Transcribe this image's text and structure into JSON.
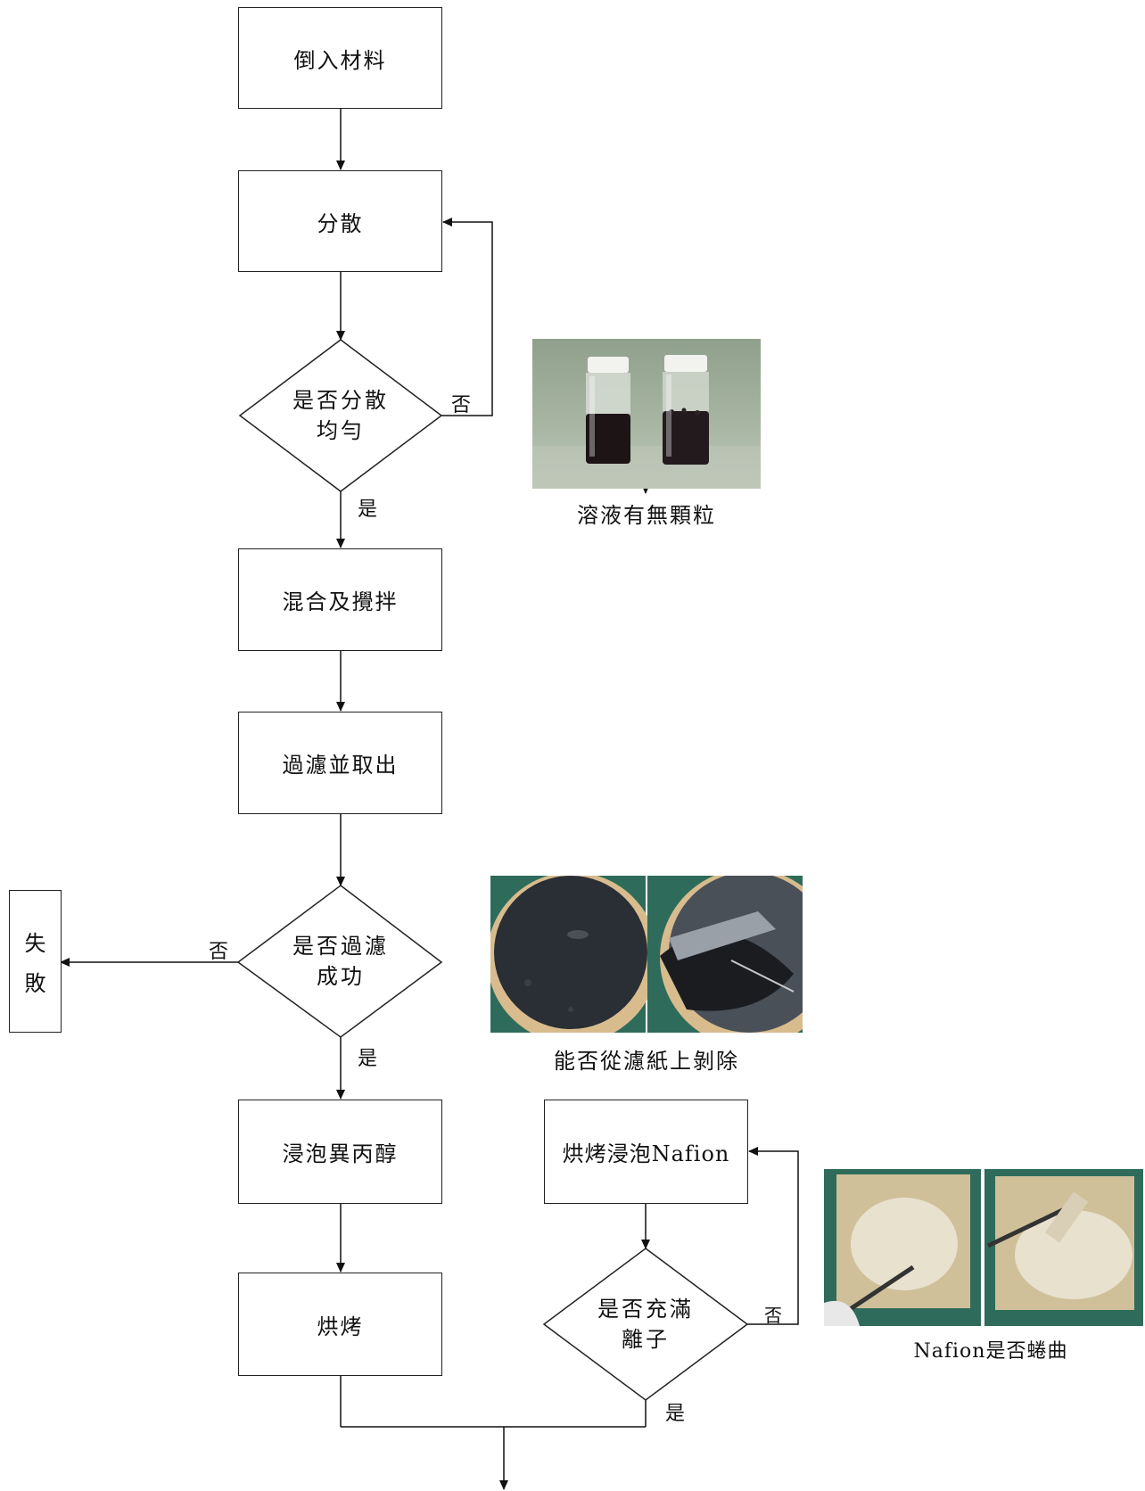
{
  "steps": {
    "pour_materials": "倒入材料",
    "disperse": "分散",
    "mix_stir": "混合及攪拌",
    "filter_remove": "過濾並取出",
    "soak_ipa": "浸泡異丙醇",
    "bake": "烘烤",
    "bake_soak_nafion": "烘烤浸泡Nafion",
    "fail": [
      "失",
      "敗"
    ]
  },
  "decisions": {
    "dispersed_uniformly": [
      "是否分散",
      "均勻"
    ],
    "filter_success": [
      "是否過濾",
      "成功"
    ],
    "ions_filled": [
      "是否充滿",
      "離子"
    ]
  },
  "edge_labels": {
    "yes": "是",
    "no": "否"
  },
  "captions": {
    "solution_particles": "溶液有無顆粒",
    "peel_from_filter": "能否從濾紙上剝除",
    "nafion_curl": "Nafion是否蜷曲"
  },
  "colors": {
    "line": "#111111",
    "box_border": "#222222"
  }
}
